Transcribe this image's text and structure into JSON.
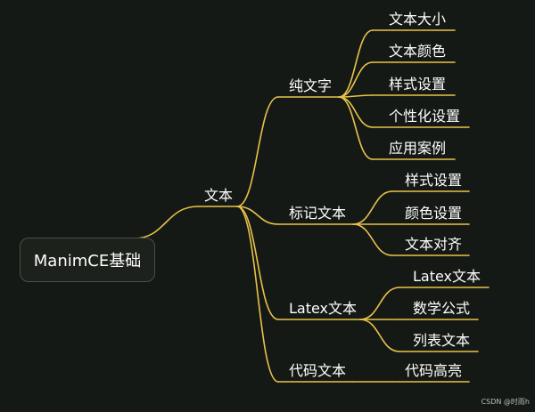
{
  "mindmap": {
    "root": "ManimCE基础",
    "topic": "文本",
    "branches": [
      {
        "label": "纯文字",
        "children": [
          "文本大小",
          "文本颜色",
          "样式设置",
          "个性化设置",
          "应用案例"
        ]
      },
      {
        "label": "标记文本",
        "children": [
          "样式设置",
          "颜色设置",
          "文本对齐"
        ]
      },
      {
        "label": "Latex文本",
        "children": [
          "Latex文本",
          "数学公式",
          "列表文本"
        ]
      },
      {
        "label": "代码文本",
        "children": [
          "代码高亮"
        ]
      }
    ]
  },
  "watermark": "CSDN @时雨h",
  "colors": {
    "background": "#151915",
    "connector": "#e8c24a",
    "root_fill": "#1c211b",
    "root_border": "#4b4f49",
    "text": "#ffffff"
  }
}
